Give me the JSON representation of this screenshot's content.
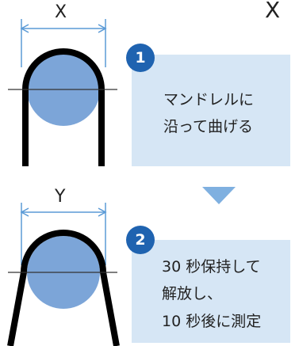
{
  "title_letter": "X",
  "dimensions": {
    "top": "X",
    "bottom": "Y"
  },
  "steps": [
    {
      "number": "1",
      "line1": "マンドレルに",
      "line2": "沿って曲げる"
    },
    {
      "number": "2",
      "line1": "30 秒保持して",
      "line2": "解放し、",
      "line3": "10 秒後に測定"
    }
  ],
  "colors": {
    "box": "#d6e6f5",
    "badge": "#1f63b0",
    "arrow": "#7fb0e0",
    "mandrel": "#7ca5d8",
    "specimen": "#000000",
    "dim_line": "#5a9ad6"
  }
}
